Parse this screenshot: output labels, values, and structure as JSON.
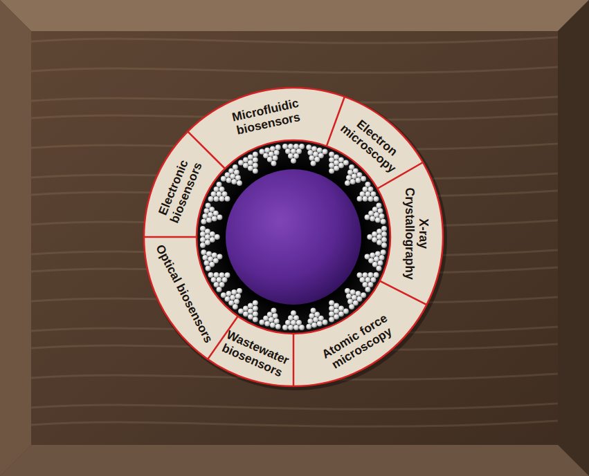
{
  "diagram": {
    "nodes": [
      {
        "text": [
          "Microfluidic biosensors"
        ]
      },
      {
        "text": [
          "Electron microscopy"
        ]
      },
      {
        "text": [
          "X-ray Crystallography"
        ]
      },
      {
        "text": [
          "Atomic force microscopy"
        ]
      },
      {
        "text": [
          "Wastewater biosensors"
        ]
      },
      {
        "text": [
          "Optical biosensors"
        ]
      },
      {
        "text": [
          "Electronic biosensors"
        ]
      }
    ]
  }
}
